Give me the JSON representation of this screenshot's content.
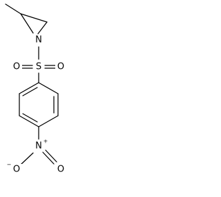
{
  "molecule": {
    "atoms": {
      "nitrogen_aziridine": "N",
      "sulfur": "S",
      "oxygen_sulfonyl_left": "O",
      "oxygen_sulfonyl_right": "O",
      "nitrogen_nitro": "N",
      "nitro_plus": "+",
      "oxygen_nitro_left": "O",
      "oxygen_nitro_left_charge": "−",
      "oxygen_nitro_right": "O"
    },
    "colors": {
      "bond": "#000000",
      "label": "#000000",
      "background": "#ffffff"
    }
  }
}
